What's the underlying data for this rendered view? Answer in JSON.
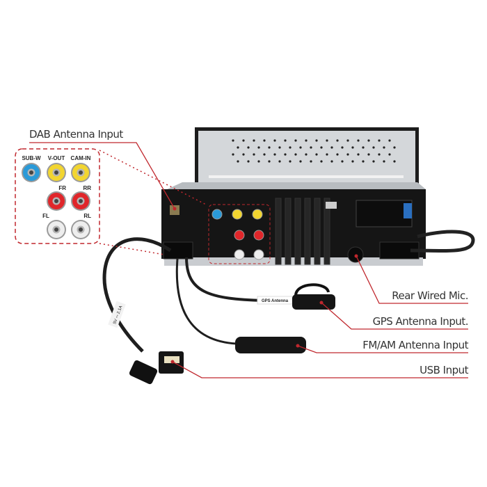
{
  "callouts": {
    "dab": "DAB Antenna  Input",
    "mic": "Rear Wired Mic.",
    "gps": "GPS Antenna Input.",
    "fmam": "FM/AM Antenna Input",
    "usb": "USB Input"
  },
  "inset_ports": {
    "sub_w": "SUB-W",
    "v_out": "V-OUT",
    "cam_in": "CAM-IN",
    "fr": "FR",
    "rr": "RR",
    "fl": "FL",
    "rl": "RL"
  },
  "cable_tags": {
    "gps": "GPS Antenna",
    "usb_power": "5V ⎓ 2.1A"
  },
  "colors": {
    "callout_line": "#c0272d",
    "rca_blue": "#2a9ad8",
    "rca_yellow": "#f2d530",
    "rca_red": "#e0262a",
    "rca_white": "#eeeeee"
  }
}
